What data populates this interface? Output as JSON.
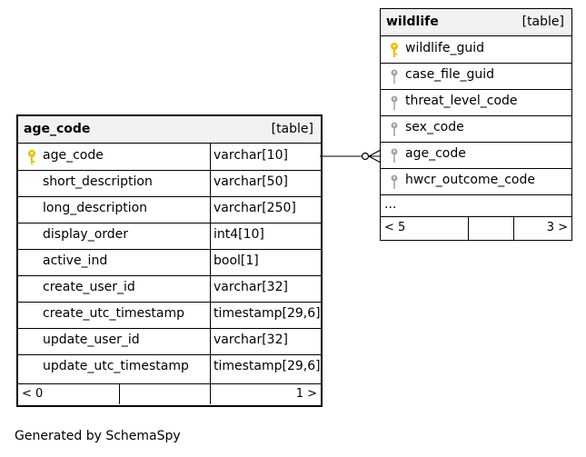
{
  "colors": {
    "primary_key": "#e6c300",
    "foreign_key": "#a6a6a6",
    "header_bg": "#f2f2f2"
  },
  "age_code": {
    "name": "age_code",
    "kind": "[table]",
    "columns": [
      {
        "name": "age_code",
        "type": "varchar[10]",
        "key": "primary"
      },
      {
        "name": "short_description",
        "type": "varchar[50]"
      },
      {
        "name": "long_description",
        "type": "varchar[250]"
      },
      {
        "name": "display_order",
        "type": "int4[10]"
      },
      {
        "name": "active_ind",
        "type": "bool[1]"
      },
      {
        "name": "create_user_id",
        "type": "varchar[32]"
      },
      {
        "name": "create_utc_timestamp",
        "type": "timestamp[29,6]"
      },
      {
        "name": "update_user_id",
        "type": "varchar[32]"
      },
      {
        "name": "update_utc_timestamp",
        "type": "timestamp[29,6]"
      }
    ],
    "footer_left": "< 0",
    "footer_right": "1 >"
  },
  "wildlife": {
    "name": "wildlife",
    "kind": "[table]",
    "columns": [
      {
        "name": "wildlife_guid",
        "key": "primary"
      },
      {
        "name": "case_file_guid",
        "key": "foreign"
      },
      {
        "name": "threat_level_code",
        "key": "foreign"
      },
      {
        "name": "sex_code",
        "key": "foreign"
      },
      {
        "name": "age_code",
        "key": "foreign"
      },
      {
        "name": "hwcr_outcome_code",
        "key": "foreign"
      }
    ],
    "more": "...",
    "footer_left": "< 5",
    "footer_right": "3 >"
  },
  "generated_by": "Generated by SchemaSpy"
}
